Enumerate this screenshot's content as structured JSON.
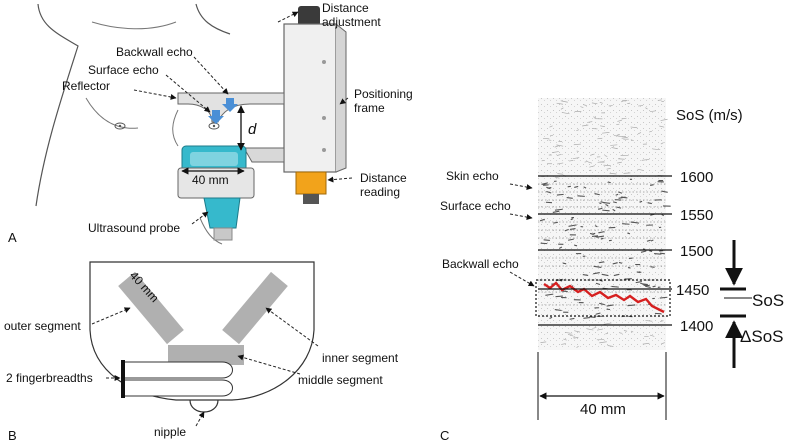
{
  "panel_a": {
    "letter": "A",
    "labels": {
      "distance_adjustment": [
        "Distance",
        "adjustment"
      ],
      "backwall_echo": "Backwall echo",
      "surface_echo": "Surface echo",
      "reflector": "Reflector",
      "positioning_frame": [
        "Positioning",
        "frame"
      ],
      "d": "d",
      "width": "40 mm",
      "distance_reading": [
        "Distance",
        "reading"
      ],
      "ultrasound_probe": "Ultrasound probe"
    }
  },
  "panel_b": {
    "letter": "B",
    "labels": {
      "length": "40 mm",
      "outer_segment": "outer segment",
      "inner_segment": "inner segment",
      "fingerbreadths": "2 fingerbreadths",
      "middle_segment": "middle segment",
      "nipple": "nipple"
    }
  },
  "panel_c": {
    "letter": "C",
    "axis_title": "SoS (m/s)",
    "ticks": [
      "1600",
      "1550",
      "1500",
      "1450",
      "1400"
    ],
    "labels": {
      "skin_echo": "Skin echo",
      "surface_echo": "Surface echo",
      "backwall_echo": "Backwall echo",
      "sos": "SoS",
      "delta_sos": "ΔSoS",
      "width": "40 mm"
    },
    "colors": {
      "trace": "#d62020",
      "echo": "#444444"
    }
  },
  "colors": {
    "probe": "#36b9cc",
    "reading": "#f2a31b",
    "frame": "#e8e8e8",
    "arrow": "#4a8fd6",
    "segment": "#b0b0b0"
  }
}
